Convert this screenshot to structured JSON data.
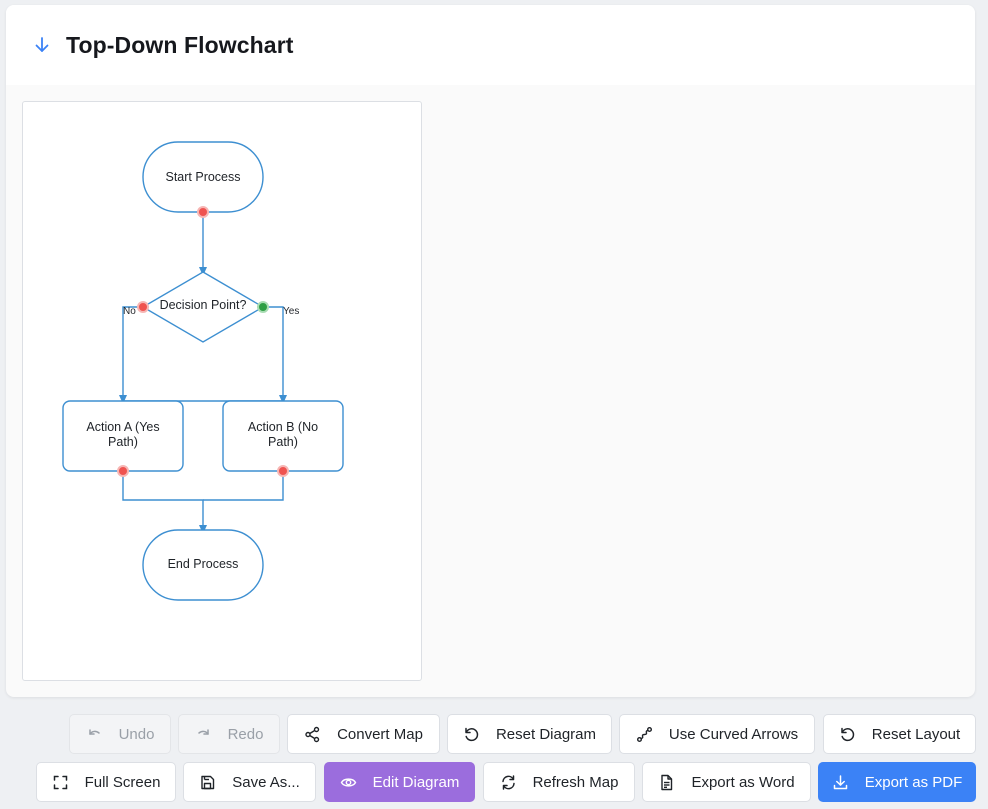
{
  "header": {
    "title": "Top-Down Flowchart",
    "icon": "arrow-down-icon",
    "icon_color": "#3b82f6"
  },
  "diagram": {
    "nodes": {
      "start": "Start Process",
      "decision": "Decision Point?",
      "action_a_line1": "Action A (Yes",
      "action_a_line2": "Path)",
      "action_b_line1": "Action B (No",
      "action_b_line2": "Path)",
      "end": "End Process"
    },
    "branches": {
      "left": "No",
      "right": "Yes"
    },
    "colors": {
      "stroke": "#3d8fd1",
      "port_red": "#ef5350",
      "port_green": "#2e9e44"
    }
  },
  "toolbar": {
    "row1": [
      {
        "label": "Undo",
        "icon": "undo-icon",
        "state": "disabled"
      },
      {
        "label": "Redo",
        "icon": "redo-icon",
        "state": "disabled"
      },
      {
        "label": "Convert Map",
        "icon": "share-icon",
        "state": "default"
      },
      {
        "label": "Reset Diagram",
        "icon": "rotate-ccw-icon",
        "state": "default"
      },
      {
        "label": "Use Curved Arrows",
        "icon": "curved-route-icon",
        "state": "default"
      },
      {
        "label": "Reset Layout",
        "icon": "rotate-ccw-icon",
        "state": "default"
      }
    ],
    "row2": [
      {
        "label": "Full Screen",
        "icon": "fullscreen-icon",
        "state": "default"
      },
      {
        "label": "Save As...",
        "icon": "save-icon",
        "state": "default"
      },
      {
        "label": "Edit Diagram",
        "icon": "eye-icon",
        "state": "active"
      },
      {
        "label": "Refresh Map",
        "icon": "refresh-icon",
        "state": "default"
      },
      {
        "label": "Export as Word",
        "icon": "file-text-icon",
        "state": "default"
      },
      {
        "label": "Export as PDF",
        "icon": "download-icon",
        "state": "primary"
      }
    ]
  }
}
